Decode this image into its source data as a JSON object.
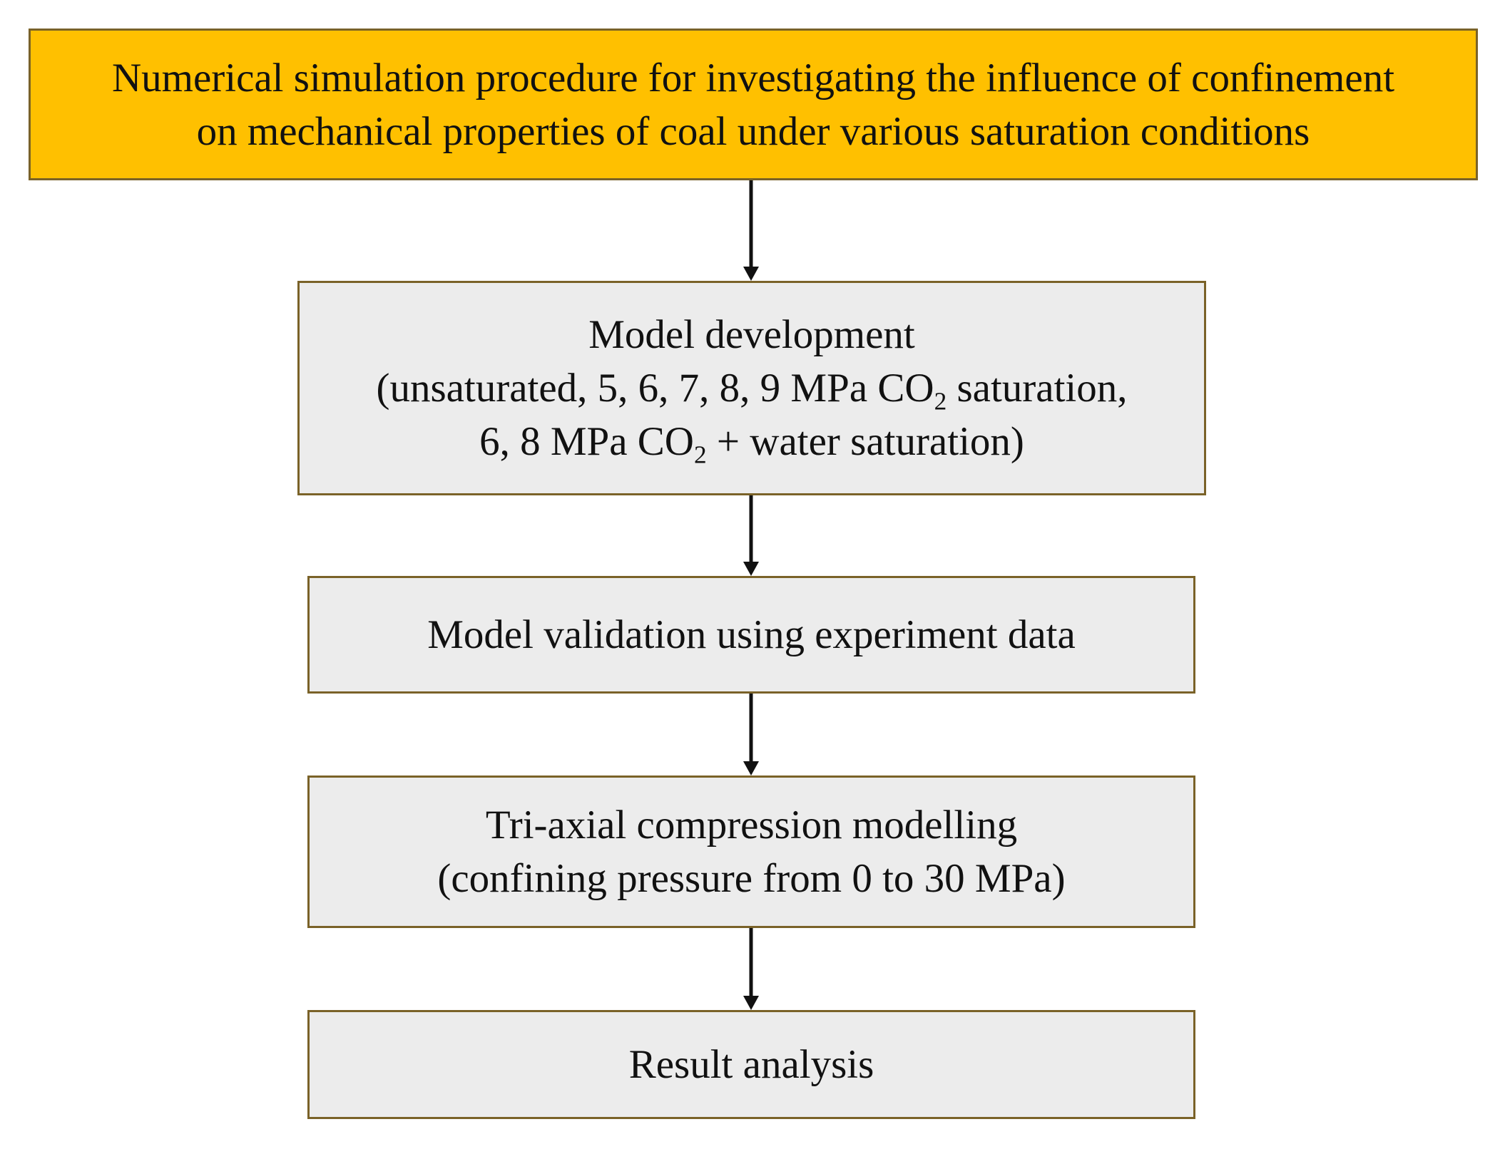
{
  "title_box": {
    "line1": "Numerical simulation procedure for investigating the influence of confinement",
    "line2": "on mechanical properties of coal under various saturation conditions"
  },
  "model_development": {
    "line1": "Model development",
    "line2_a": "(unsaturated, 5, 6, 7, 8, 9 MPa CO",
    "line2_sub": "2",
    "line2_b": " saturation,",
    "line3_a": "6, 8 MPa CO",
    "line3_sub": "2",
    "line3_b": " + water saturation)"
  },
  "model_validation": {
    "line1": "Model validation using experiment data"
  },
  "triaxial": {
    "line1": "Tri-axial compression modelling",
    "line2": "(confining pressure from 0 to 30 MPa)"
  },
  "result": {
    "line1": "Result analysis"
  },
  "colors": {
    "title_fill": "#ffc000",
    "step_fill": "#ececec",
    "border": "#7a6228",
    "arrow": "#111111"
  }
}
